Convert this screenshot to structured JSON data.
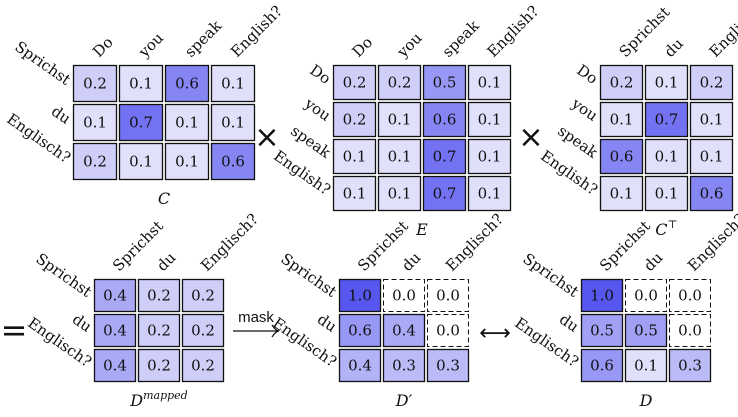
{
  "colors": {
    "base": "#f2f2fb",
    "accent": "#5757f0",
    "grid": "#111111",
    "masked_fill": "#ffffff"
  },
  "operators": {
    "times_1": "×",
    "times_2": "×",
    "equals": "=",
    "mask_label": "mask",
    "arrow": "⟷"
  },
  "matrices": [
    {
      "id": "C",
      "caption": "C",
      "col_labels": [
        "Do",
        "you",
        "speak",
        "English?"
      ],
      "row_labels": [
        "Sprichst",
        "du",
        "Englisch?"
      ],
      "values": [
        [
          "0.2",
          "0.1",
          "0.6",
          "0.1"
        ],
        [
          "0.1",
          "0.7",
          "0.1",
          "0.1"
        ],
        [
          "0.2",
          "0.1",
          "0.1",
          "0.6"
        ]
      ],
      "intensity": [
        [
          0.2,
          0.1,
          0.6,
          0.1
        ],
        [
          0.1,
          0.7,
          0.1,
          0.1
        ],
        [
          0.2,
          0.1,
          0.1,
          0.6
        ]
      ],
      "masked": []
    },
    {
      "id": "E",
      "caption": "E",
      "col_labels": [
        "Do",
        "you",
        "speak",
        "English?"
      ],
      "row_labels": [
        "Do",
        "you",
        "speak",
        "English?"
      ],
      "values": [
        [
          "0.2",
          "0.2",
          "0.5",
          "0.1"
        ],
        [
          "0.2",
          "0.1",
          "0.6",
          "0.1"
        ],
        [
          "0.1",
          "0.1",
          "0.7",
          "0.1"
        ],
        [
          "0.1",
          "0.1",
          "0.7",
          "0.1"
        ]
      ],
      "intensity": [
        [
          0.2,
          0.2,
          0.5,
          0.1
        ],
        [
          0.2,
          0.1,
          0.6,
          0.1
        ],
        [
          0.1,
          0.1,
          0.7,
          0.1
        ],
        [
          0.1,
          0.1,
          0.7,
          0.1
        ]
      ],
      "masked": []
    },
    {
      "id": "CT",
      "caption": "C",
      "caption_sup": "⊤",
      "col_labels": [
        "Sprichst",
        "du",
        "Englisch?"
      ],
      "row_labels": [
        "Do",
        "you",
        "speak",
        "English?"
      ],
      "values": [
        [
          "0.2",
          "0.1",
          "0.2"
        ],
        [
          "0.1",
          "0.7",
          "0.1"
        ],
        [
          "0.6",
          "0.1",
          "0.1"
        ],
        [
          "0.1",
          "0.1",
          "0.6"
        ]
      ],
      "intensity": [
        [
          0.2,
          0.1,
          0.2
        ],
        [
          0.1,
          0.7,
          0.1
        ],
        [
          0.6,
          0.1,
          0.1
        ],
        [
          0.1,
          0.1,
          0.6
        ]
      ],
      "masked": []
    },
    {
      "id": "Dmapped",
      "caption": "D",
      "caption_sup": "mapped",
      "col_labels": [
        "Sprichst",
        "du",
        "Englisch?"
      ],
      "row_labels": [
        "Sprichst",
        "du",
        "Englisch?"
      ],
      "values": [
        [
          "0.4",
          "0.2",
          "0.2"
        ],
        [
          "0.4",
          "0.2",
          "0.2"
        ],
        [
          "0.4",
          "0.2",
          "0.2"
        ]
      ],
      "intensity": [
        [
          0.4,
          0.2,
          0.2
        ],
        [
          0.4,
          0.2,
          0.2
        ],
        [
          0.4,
          0.2,
          0.2
        ]
      ],
      "masked": []
    },
    {
      "id": "Dprime",
      "caption": "D′",
      "col_labels": [
        "Sprichst",
        "du",
        "Englisch?"
      ],
      "row_labels": [
        "Sprichst",
        "du",
        "Englisch?"
      ],
      "values": [
        [
          "1.0",
          "0.0",
          "0.0"
        ],
        [
          "0.6",
          "0.4",
          "0.0"
        ],
        [
          "0.4",
          "0.3",
          "0.3"
        ]
      ],
      "intensity": [
        [
          0.85,
          0,
          0
        ],
        [
          0.5,
          0.4,
          0
        ],
        [
          0.35,
          0.3,
          0.3
        ]
      ],
      "masked": [
        [
          0,
          1
        ],
        [
          0,
          2
        ],
        [
          1,
          2
        ]
      ]
    },
    {
      "id": "D",
      "caption": "D",
      "col_labels": [
        "Sprichst",
        "du",
        "Englisch?"
      ],
      "row_labels": [
        "Sprichst",
        "du",
        "Englisch?"
      ],
      "values": [
        [
          "1.0",
          "0.0",
          "0.0"
        ],
        [
          "0.5",
          "0.5",
          "0.0"
        ],
        [
          "0.6",
          "0.1",
          "0.3"
        ]
      ],
      "intensity": [
        [
          0.85,
          0,
          0
        ],
        [
          0.45,
          0.45,
          0
        ],
        [
          0.5,
          0.1,
          0.3
        ]
      ],
      "masked": [
        [
          0,
          1
        ],
        [
          0,
          2
        ],
        [
          1,
          2
        ]
      ]
    }
  ]
}
